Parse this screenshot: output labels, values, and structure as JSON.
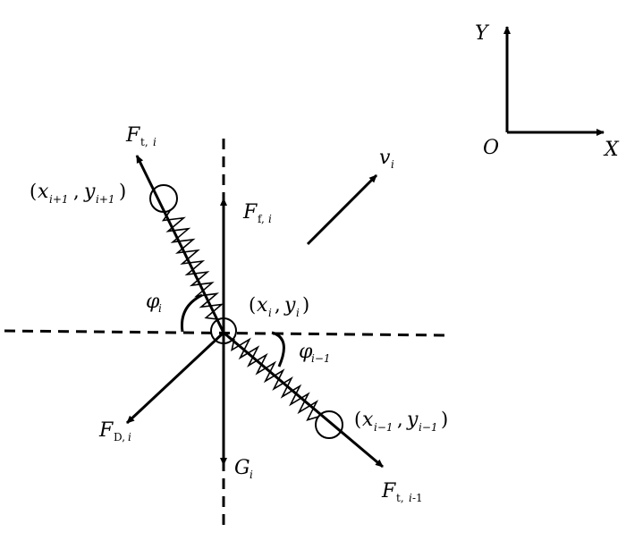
{
  "axes": {
    "x_label": "X",
    "y_label": "Y",
    "origin_label": "O"
  },
  "labels": {
    "F": "F",
    "G": "G",
    "v": "v",
    "phi": "φ",
    "x": "x",
    "y": "y",
    "open_paren": "(",
    "close_paren": ")",
    "comma": ",",
    "i": "i",
    "ip1": "i+1",
    "im1": "i−1",
    "sub_t": "t,",
    "sub_f": "f,",
    "sub_D": "D,",
    "sub_t_im1": "t,",
    "sub_tail_im1": "-1"
  },
  "colors": {
    "ink": "#000000",
    "background": "#ffffff"
  }
}
